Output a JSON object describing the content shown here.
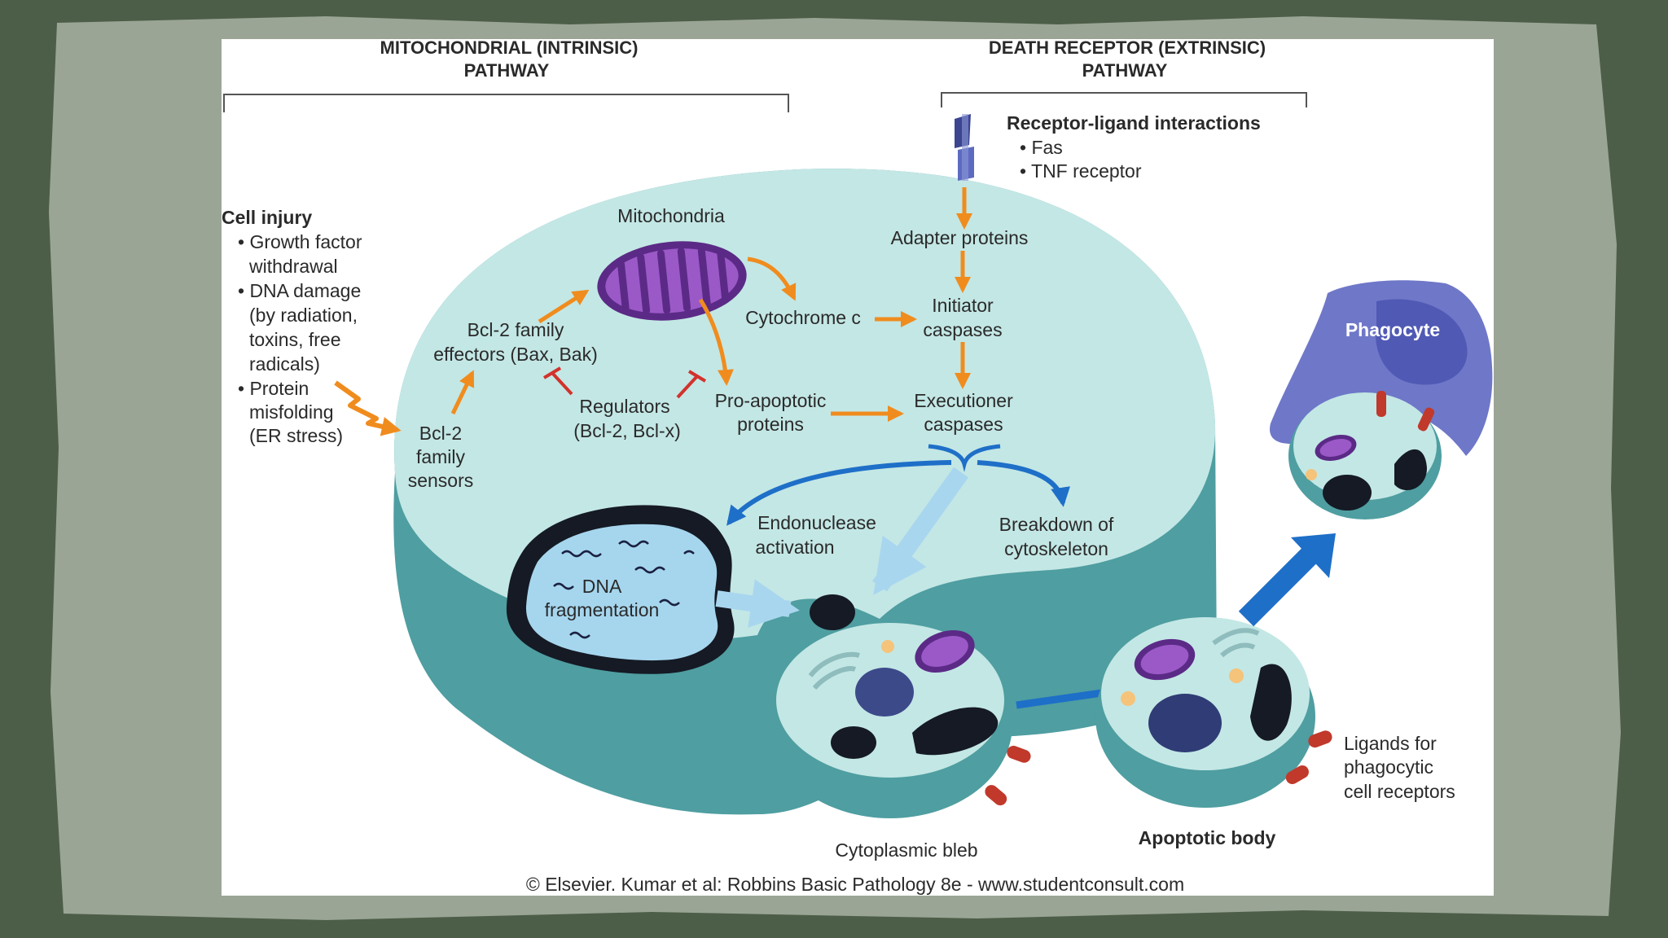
{
  "headers": {
    "intrinsic": [
      "MITOCHONDRIAL (INTRINSIC)",
      "PATHWAY"
    ],
    "extrinsic": [
      "DEATH RECEPTOR (EXTRINSIC)",
      "PATHWAY"
    ]
  },
  "receptor": {
    "title": "Receptor-ligand interactions",
    "items": [
      "• Fas",
      "• TNF receptor"
    ]
  },
  "cell_injury": {
    "title": "Cell injury",
    "lines": [
      "• Growth factor",
      "withdrawal",
      "• DNA damage",
      "(by radiation,",
      "toxins, free",
      "radicals)",
      "• Protein",
      "misfolding",
      "(ER stress)"
    ]
  },
  "labels": {
    "mitochondria": "Mitochondria",
    "adapter": "Adapter proteins",
    "initiator": [
      "Initiator",
      "caspases"
    ],
    "cytochrome": "Cytochrome c",
    "bcl_effectors": [
      "Bcl-2 family",
      "effectors (Bax, Bak)"
    ],
    "regulators": [
      "Regulators",
      "(Bcl-2, Bcl-x)"
    ],
    "pro_apoptotic": [
      "Pro-apoptotic",
      "proteins"
    ],
    "executioner": [
      "Executioner",
      "caspases"
    ],
    "bcl_sensors": [
      "Bcl-2",
      "family",
      "sensors"
    ],
    "endonuclease": [
      "Endonuclease",
      "activation"
    ],
    "cytoskeleton": [
      "Breakdown of",
      "cytoskeleton"
    ],
    "dna": [
      "DNA",
      "fragmentation"
    ],
    "phagocyte": "Phagocyte",
    "ligands": [
      "Ligands for",
      "phagocytic",
      "cell receptors"
    ],
    "apoptotic_body": "Apoptotic body",
    "bleb": "Cytoplasmic bleb"
  },
  "copyright": "© Elsevier. Kumar et al: Robbins Basic Pathology 8e - www.studentconsult.com",
  "colors": {
    "frame": "#4d5e48",
    "paper": "#9aa596",
    "cell_fill": "#c3e7e5",
    "cell_wall": "#4f9ea1",
    "arrow_orange": "#f08c1e",
    "arrow_blue": "#1e6fc8",
    "inhibit_red": "#d2322d",
    "mito_purple": "#7c3aa6",
    "phagocyte": "#6f77c8"
  }
}
